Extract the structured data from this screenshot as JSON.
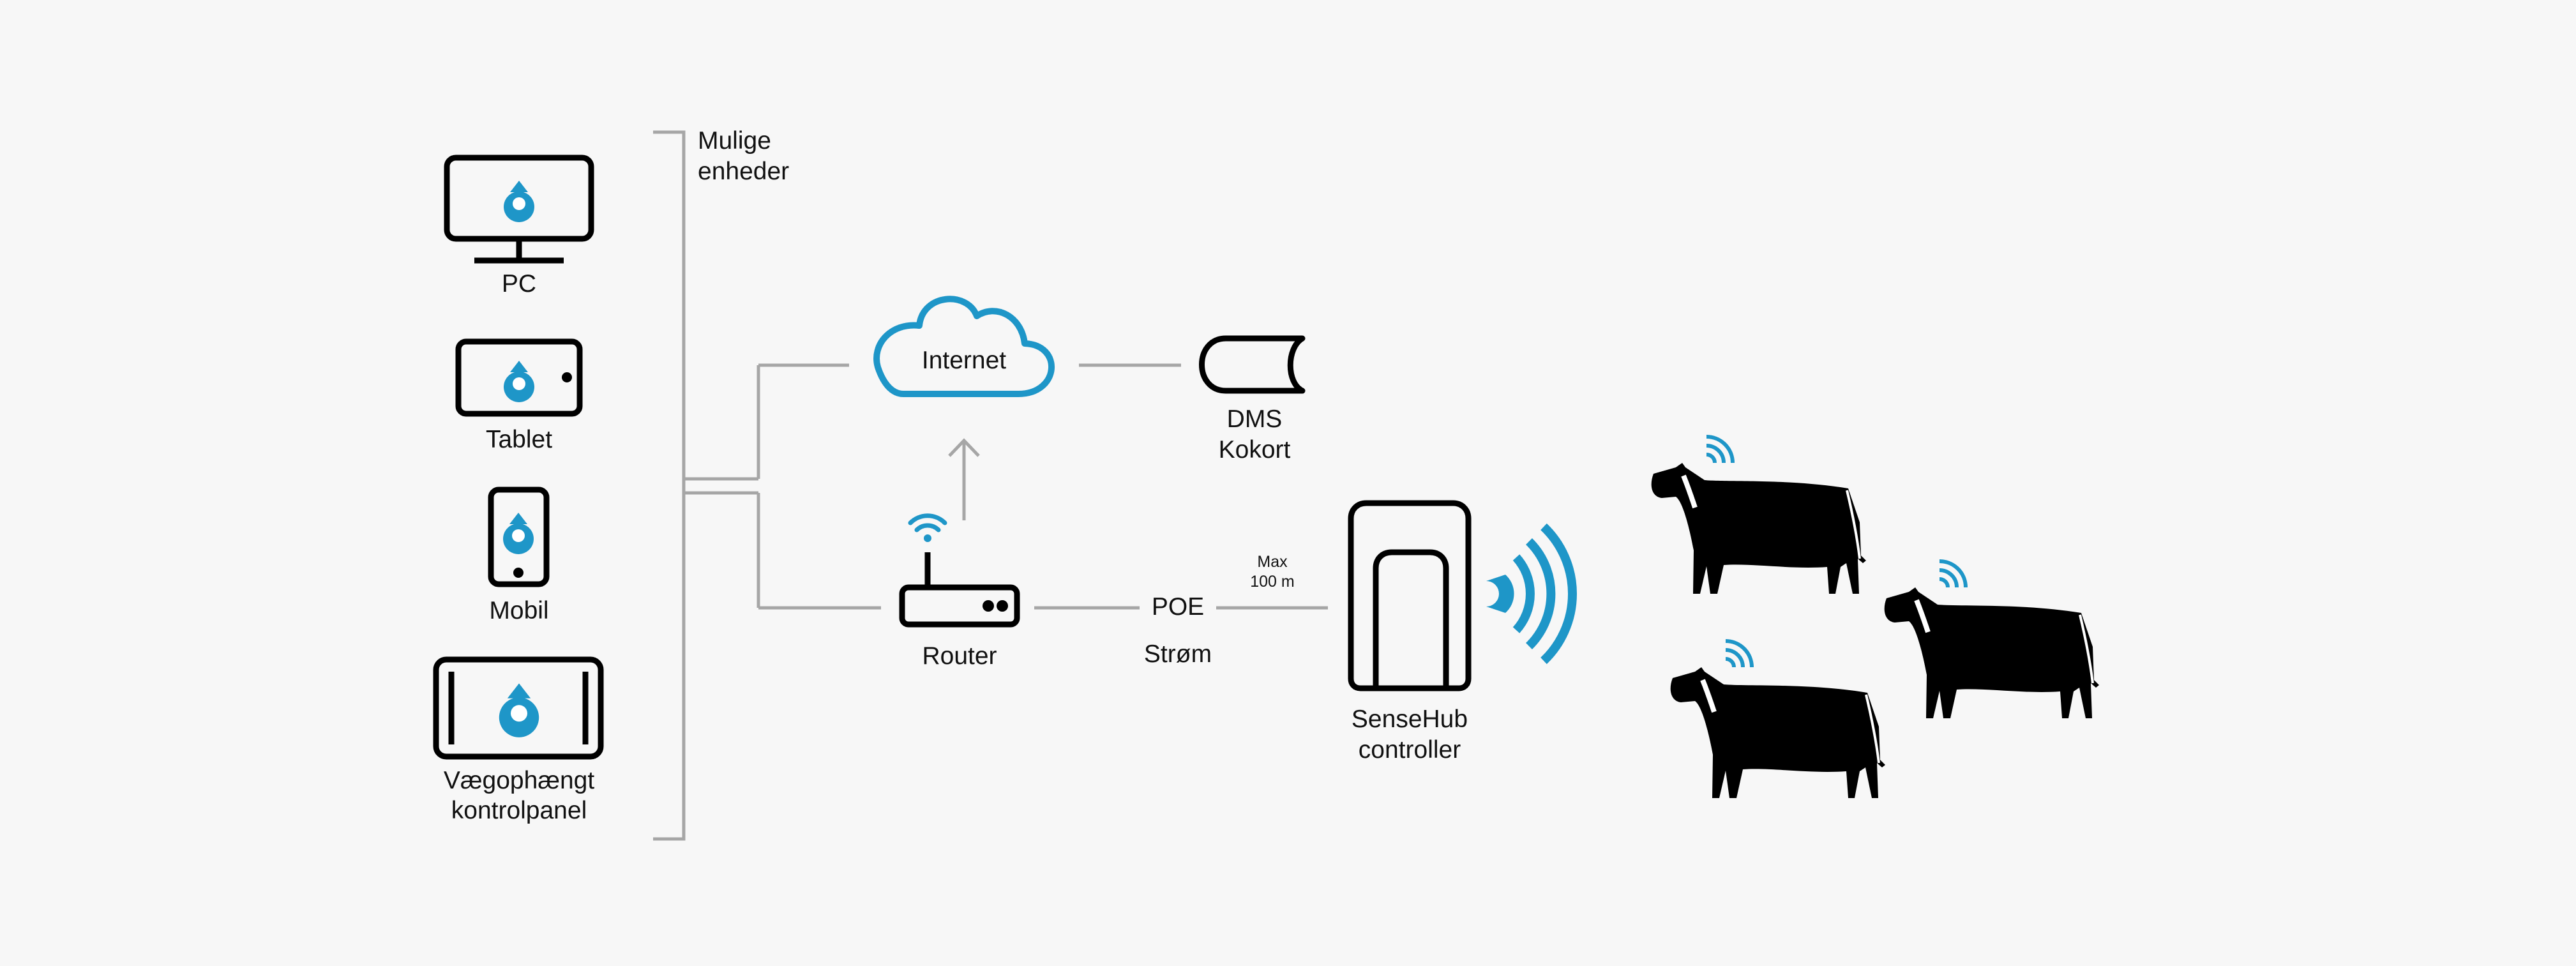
{
  "colors": {
    "accent": "#1e96c8",
    "ink": "#111111",
    "line": "#a6a6a6",
    "background": "#f7f7f7"
  },
  "devices": {
    "group_label_1": "Mulige",
    "group_label_2": "enheder",
    "pc": "PC",
    "tablet": "Tablet",
    "mobile": "Mobil",
    "wall_panel_1": "Vægophængt",
    "wall_panel_2": "kontrolpanel"
  },
  "network": {
    "internet": "Internet",
    "dms_1": "DMS",
    "dms_2": "Kokort",
    "router": "Router",
    "poe": "POE",
    "power": "Strøm",
    "max_1": "Max",
    "max_2": "100 m",
    "controller_1": "SenseHub",
    "controller_2": "controller"
  },
  "icons": [
    "monitor-icon",
    "tablet-icon",
    "mobile-icon",
    "wall-panel-icon",
    "cloud-icon",
    "database-icon",
    "router-icon",
    "wifi-icon",
    "arrow-up-icon",
    "controller-icon",
    "wireless-signal-icon",
    "cow-icon"
  ]
}
